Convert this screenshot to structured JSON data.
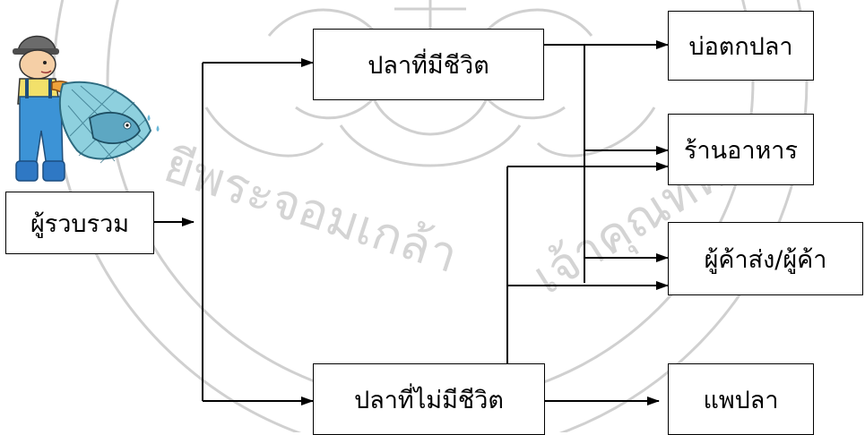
{
  "diagram": {
    "nodes": {
      "collector": "ผู้รวบรวม",
      "live_fish": "ปลาที่มีชีวิต",
      "dead_fish": "ปลาที่ไม่มีชีวิต",
      "fishing_pond": "บ่อตกปลา",
      "restaurant": "ร้านอาหาร",
      "wholesaler": "ผู้ค้าส่ง/ผู้ค้า",
      "fish_raft": "แพปลา"
    },
    "edges": [
      {
        "from": "collector",
        "to": "live_fish"
      },
      {
        "from": "collector",
        "to": "dead_fish"
      },
      {
        "from": "live_fish",
        "to": "fishing_pond"
      },
      {
        "from": "live_fish",
        "to": "restaurant"
      },
      {
        "from": "live_fish",
        "to": "wholesaler"
      },
      {
        "from": "dead_fish",
        "to": "restaurant"
      },
      {
        "from": "dead_fish",
        "to": "wholesaler"
      },
      {
        "from": "dead_fish",
        "to": "fish_raft"
      }
    ]
  },
  "watermark": {
    "text": "ลิขสิทธิ์มหาวิทยาลัยเชียงใหม่ ... ยีพระจอมเกล้าเจ้าคุณทหาร",
    "visible_fragments": [
      "ยีพระจอมเกล้า",
      "เจ้าคุณทหาร"
    ],
    "color": "#cfcfcf"
  },
  "illustration": {
    "icon": "fisherman-holding-fish-icon"
  },
  "colors": {
    "lines": "#000000",
    "boxes_fill": "#ffffff"
  }
}
